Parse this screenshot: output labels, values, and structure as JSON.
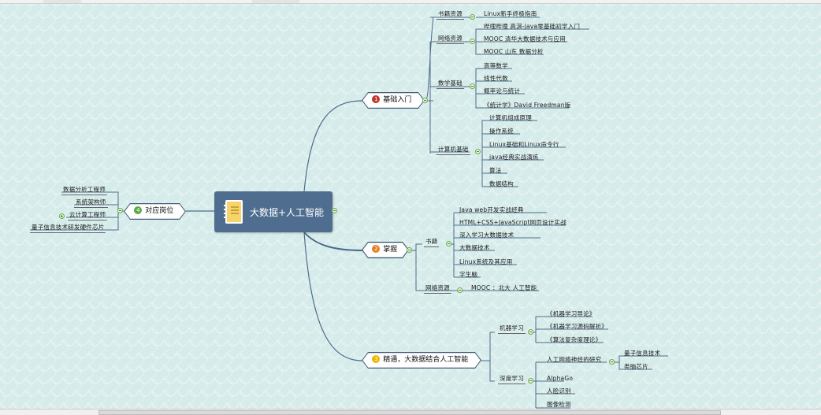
{
  "central": {
    "label": "大数据+人工智能",
    "icon": "notebook-icon"
  },
  "left": {
    "label": "对应岗位",
    "badge": "4",
    "items": [
      "数据分析工程师",
      "系统架构师",
      "云计算工程师",
      "量子信息技术研发硬件芯片"
    ]
  },
  "b1": {
    "label": "基础入门",
    "badge": "1",
    "g_book": "书籍资源",
    "book_item": "Linux新手终极指南",
    "g_net": "网络资源",
    "net_items": [
      "哔哩哔哩 高淇-java零基础初学入门",
      "MOOC 清华大数据技术与应用",
      "MOOC 山东 数据分析"
    ],
    "g_math": "数学基础",
    "math_items": [
      "高等数学",
      "线性代数",
      "概率论与统计",
      "《统计学》David Freedman版"
    ],
    "g_cs": "计算机基础",
    "cs_items": [
      "计算机组成原理",
      "操作系统",
      "Linux基础和Linux命令行",
      "java经典实战演练",
      "算法",
      "数据结构"
    ]
  },
  "b2": {
    "label": "掌握",
    "badge": "2",
    "g_book": "书籍",
    "book_items": [
      "Java web开发实战经典",
      "HTML+CSS+JavaScript网页设计实战",
      "深入学习大数据技术",
      "大数据技术",
      "Linux系统及其应用",
      "字生脑"
    ],
    "g_net": "网络资源",
    "net_item": "MOOC ：北大 人工智能"
  },
  "b3": {
    "label": "精通，大数据结合人工智能",
    "badge": "3",
    "g_ml": "机器学习",
    "ml_items": [
      "《机器学习导论》",
      "《机器学习源码解析》",
      "《算法复杂度理论》"
    ],
    "g_dl": "深度学习",
    "dl_items": [
      "人工网络神经的研究",
      "AlphaGo",
      "人脸识别",
      "图像检测"
    ],
    "dl_sub": [
      "量子信息技术",
      "类脑芯片"
    ]
  },
  "colors": {
    "central": "#4f6e8f",
    "border": "#445a78",
    "badge1": "#c0392b",
    "badge2": "#e67e22",
    "badge3": "#f0b400",
    "badge4": "#5aaa46",
    "toggle": "#6aa84f"
  }
}
